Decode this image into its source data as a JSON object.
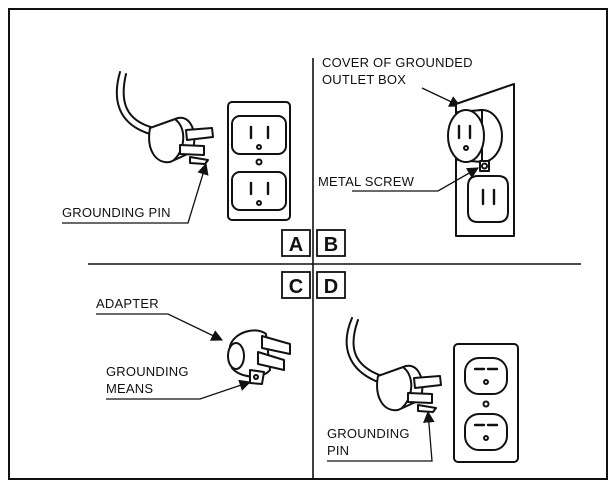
{
  "colors": {
    "ink": "#111111",
    "background": "#ffffff"
  },
  "panels": {
    "A": {
      "letter": "A",
      "label_line1": "GROUNDING PIN"
    },
    "B": {
      "letter": "B",
      "cover_line1": "COVER OF GROUNDED",
      "cover_line2": "OUTLET BOX",
      "screw_label": "METAL SCREW"
    },
    "C": {
      "letter": "C",
      "adapter_label": "ADAPTER",
      "means_line1": "GROUNDING",
      "means_line2": "MEANS"
    },
    "D": {
      "letter": "D",
      "pin_line1": "GROUNDING",
      "pin_line2": "PIN"
    }
  }
}
